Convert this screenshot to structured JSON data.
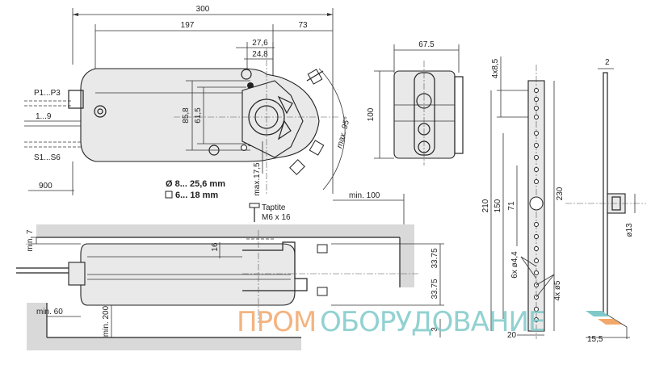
{
  "dimensions": {
    "total_length": "300",
    "body_length": "197",
    "right_offset": "73",
    "d27_6": "27,6",
    "d24_8": "24,8",
    "d67_5": "67.5",
    "d85_8": "85,8",
    "d61_5": "61,5",
    "d100": "100",
    "max_17_5": "max.17,5",
    "max_95": "max. 95°",
    "min_100": "min. 100",
    "d900": "900",
    "min_7": "min. 7",
    "d16": "16",
    "d33_75_a": "33.75",
    "d33_75_b": "33.75",
    "d3": "3",
    "min_60": "min. 60",
    "min_200": "min. 200",
    "d4x8_5": "4x8,5",
    "d210": "210",
    "d150": "150",
    "d71": "71",
    "d230": "230",
    "d6x4_4": "6x ø4,4",
    "d4x5": "4x ø5",
    "d20": "20",
    "d2": "2",
    "d13": "ø13",
    "d15_5": "15,5"
  },
  "labels": {
    "p1p3": "P1...P3",
    "one_nine": "1...9",
    "s1s6": "S1...S6",
    "shaft_round": "Ø 8... 25,6 mm",
    "shaft_square": "6... 18 mm",
    "taptite": "Taptite",
    "m6x16": "M6 x 16"
  },
  "watermark": {
    "part1": "ПРОМ",
    "part2": "ОБОРУДОВАНИЕ"
  },
  "colors": {
    "watermark_orange": "#f2a86a",
    "watermark_teal": "#7fc9c9"
  }
}
